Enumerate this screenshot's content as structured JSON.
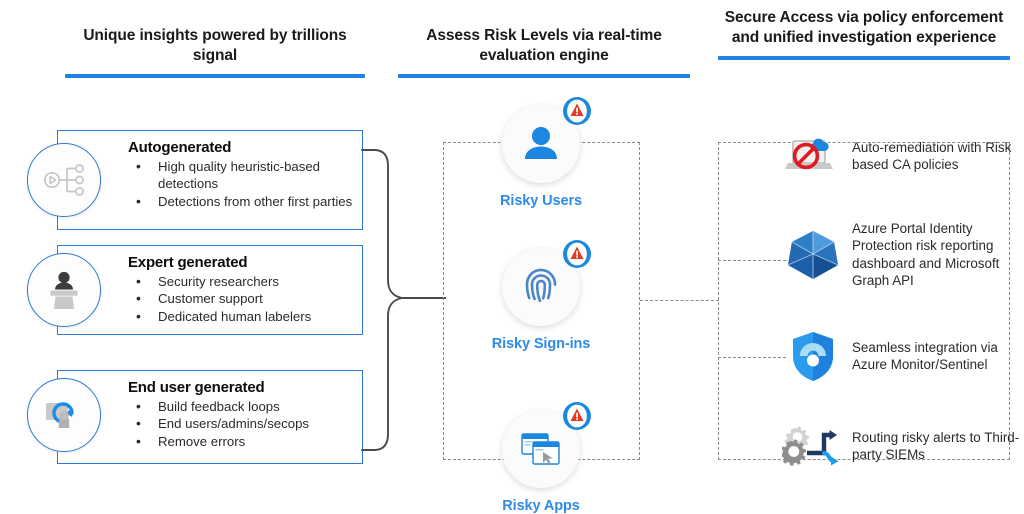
{
  "columns": [
    {
      "id": "col-insights",
      "title": "Unique insights powered by trillions signal",
      "rule_color": "#2081E2"
    },
    {
      "id": "col-assess",
      "title": "Assess Risk Levels via real-time evaluation engine",
      "rule_color": "#2081E2"
    },
    {
      "id": "col-secure",
      "title": "Secure Access via policy enforcement and unified investigation experience",
      "rule_color": "#2081E2"
    }
  ],
  "sources": [
    {
      "title": "Autogenerated",
      "icon": "automation-gear-icon",
      "bullets": [
        "High quality heuristic-based detections",
        "Detections from other first parties"
      ]
    },
    {
      "title": "Expert generated",
      "icon": "speaker-podium-icon",
      "bullets": [
        "Security researchers",
        "Customer support",
        "Dedicated human labelers"
      ]
    },
    {
      "title": "End user generated",
      "icon": "click-feedback-icon",
      "bullets": [
        "Build feedback loops",
        "End users/admins/secops",
        "Remove errors"
      ]
    }
  ],
  "risk_nodes": [
    {
      "label": "Risky Users",
      "icon": "user-icon",
      "badge": "risk-warning-badge-icon"
    },
    {
      "label": "Risky Sign-ins",
      "icon": "fingerprint-icon",
      "badge": "risk-warning-badge-icon"
    },
    {
      "label": "Risky Apps",
      "icon": "app-windows-icon",
      "badge": "risk-warning-badge-icon"
    }
  ],
  "outcomes": [
    {
      "text": "Auto-remediation with Risk based CA policies",
      "icon": "blocked-laptop-icon"
    },
    {
      "text": "Azure Portal Identity Protection risk reporting dashboard and Microsoft Graph API",
      "icon": "azure-polyhedron-icon"
    },
    {
      "text": "Seamless integration via Azure Monitor/Sentinel",
      "icon": "sentinel-shield-icon"
    },
    {
      "text": "Routing risky alerts to Third-party SIEMs",
      "icon": "gears-routing-icon"
    }
  ],
  "theme": {
    "accent_blue": "#2E7BD6",
    "label_blue": "#2E8BEA",
    "rule_blue": "#2081E2",
    "connector_gray": "#8a8a8a",
    "warn_red": "#E23B26"
  }
}
